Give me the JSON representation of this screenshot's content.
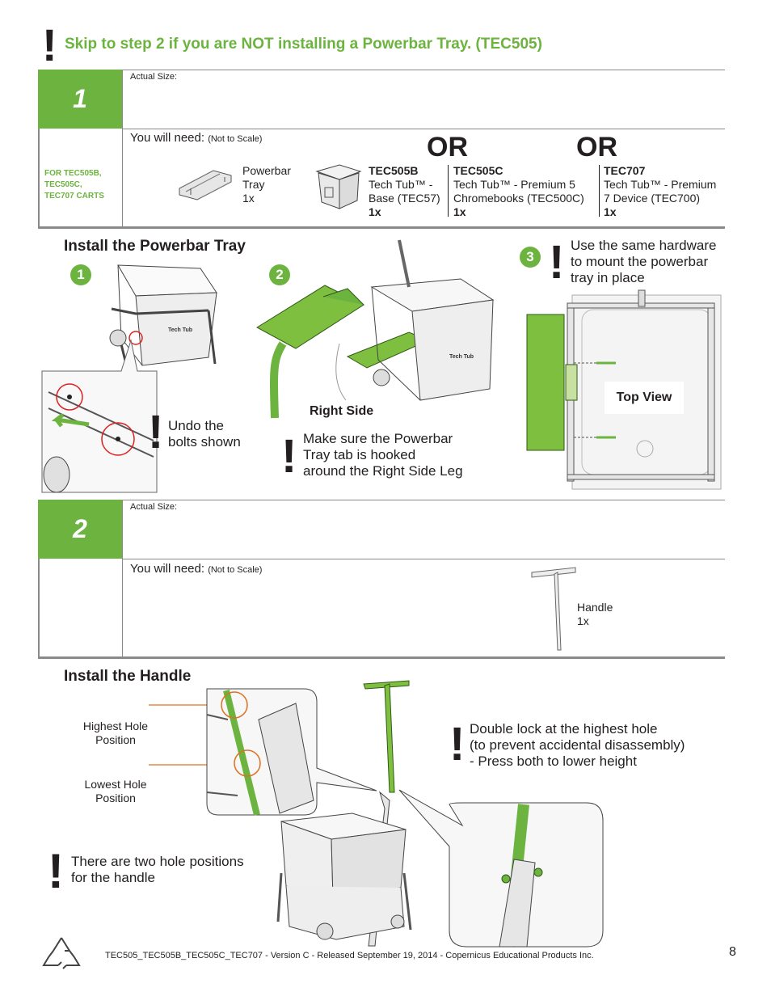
{
  "header": {
    "text": "Skip to step 2 if you are NOT installing a Powerbar Tray. (TEC505)"
  },
  "step1": {
    "number": "1",
    "actual_size": "Actual Size:",
    "for_carts": [
      "FOR TEC505B,",
      "TEC505C,",
      "TEC707 CARTS"
    ],
    "you_will_need": "You will need:",
    "not_to_scale": "(Not to Scale)",
    "or_labels": [
      "OR",
      "OR"
    ],
    "parts": {
      "powerbar": {
        "lines": [
          "Powerbar",
          "Tray",
          "1x"
        ]
      },
      "tec505b": {
        "code": "TEC505B",
        "lines": [
          "Tech Tub™ -",
          "Base (TEC57)"
        ],
        "qty": "1x"
      },
      "tec505c": {
        "code": "TEC505C",
        "lines": [
          "Tech Tub™ - Premium 5",
          "Chromebooks (TEC500C)"
        ],
        "qty": "1x"
      },
      "tec707": {
        "code": "TEC707",
        "lines": [
          "Tech Tub™ - Premium",
          "7 Device (TEC700)"
        ],
        "qty": "1x"
      }
    }
  },
  "section1": {
    "title": "Install the Powerbar Tray",
    "step_badges": [
      "1",
      "2",
      "3"
    ],
    "brand_label": "Tech Tub",
    "undo_note": [
      "Undo the",
      "bolts shown"
    ],
    "right_side": "Right Side",
    "tab_note": [
      "Make sure the Powerbar",
      "Tray tab is hooked",
      "around the Right Side Leg"
    ],
    "hardware_note": [
      "Use the same hardware",
      "to mount the powerbar",
      "tray in place"
    ],
    "top_view": "Top View"
  },
  "step2": {
    "number": "2",
    "actual_size": "Actual Size:",
    "you_will_need": "You will need:",
    "not_to_scale": "(Not to Scale)",
    "handle": {
      "lines": [
        "Handle",
        "1x"
      ]
    }
  },
  "section2": {
    "title": "Install the Handle",
    "highest_hole": [
      "Highest Hole",
      "Position"
    ],
    "lowest_hole": [
      "Lowest Hole",
      "Position"
    ],
    "lock_note": [
      "Double lock at the highest hole",
      "(to prevent accidental disassembly)",
      "- Press both to lower height"
    ],
    "positions_note": [
      "There are two hole positions",
      "for the handle"
    ]
  },
  "footer": {
    "text": "TEC505_TEC505B_TEC505C_TEC707 - Version C - Released September 19, 2014 - Copernicus Educational Products Inc.",
    "page": "8"
  },
  "colors": {
    "accent": "#6cb33f",
    "text": "#231f20",
    "rule": "#8a8a8a",
    "callout": "#e02020"
  }
}
